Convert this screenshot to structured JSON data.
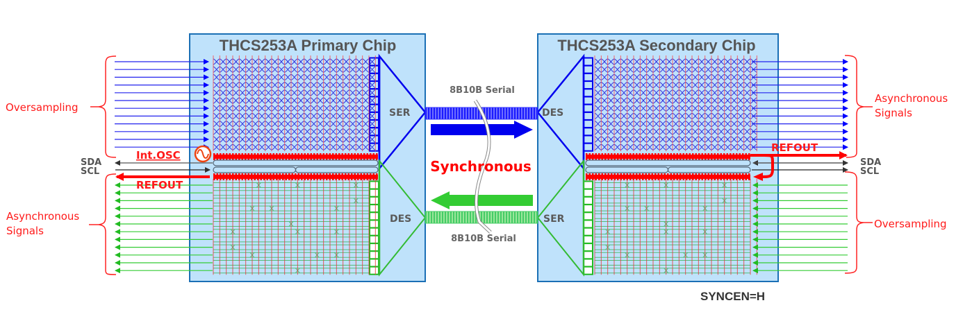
{
  "primary_chip": {
    "title": "THCS253A Primary Chip",
    "ser_label": "SER",
    "des_label": "DES",
    "osc_label": "Int.OSC",
    "refout_label": "REFOUT",
    "input_group_label": "Oversampling",
    "output_group_label_line1": "Asynchronous",
    "output_group_label_line2": "Signals",
    "sda_label": "SDA",
    "scl_label": "SCL"
  },
  "secondary_chip": {
    "title": "THCS253A Secondary Chip",
    "ser_label": "SER",
    "des_label": "DES",
    "refout_label": "REFOUT",
    "output_group_label_line1": "Asynchronous",
    "output_group_label_line2": "Signals",
    "input_group_label": "Oversampling",
    "sda_label": "SDA",
    "scl_label": "SCL"
  },
  "link": {
    "top_serial_label": "8B10B Serial",
    "bottom_serial_label": "8B10B Serial",
    "mode_label": "Synchronous"
  },
  "footer": {
    "mode_setting": "SYNCEN=H"
  },
  "signal_counts": {
    "channels_per_direction": 12,
    "grid_columns": 24
  },
  "colors": {
    "chip_fill": "#bfe2fb",
    "chip_border": "#1a6fb5",
    "forward_path": "#0000ff",
    "reverse_path": "#33cc33",
    "clock_red": "#ff0000",
    "i2c_gray": "#555555",
    "annotation_red": "#ff1a1a"
  }
}
